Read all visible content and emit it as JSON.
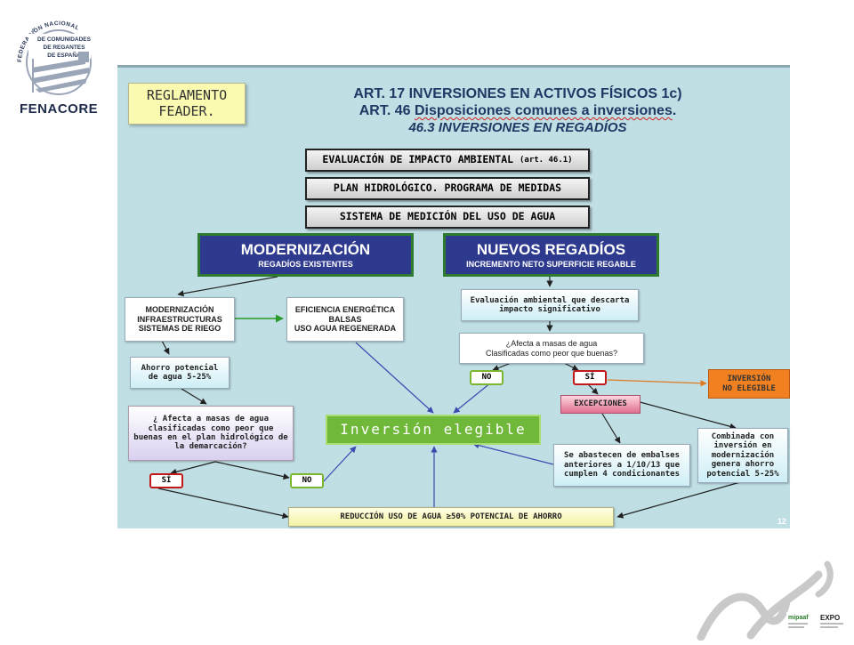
{
  "logo": {
    "arc_text": "FEDERACIÓN NACIONAL",
    "line1": "DE COMUNIDADES",
    "line2": "DE REGANTES",
    "line3": "DE ESPAÑA",
    "brand": "FENACORE"
  },
  "slide": {
    "reglamento": [
      "REGLAMENTO",
      "FEADER."
    ],
    "title1": "ART. 17 INVERSIONES EN ACTIVOS FÍSICOS 1c)",
    "title2_prefix": "ART. 46 ",
    "title2_underlined": "Disposiciones comunes a inversiones",
    "title2_suffix": ".",
    "title3": "46.3 INVERSIONES EN REGADÍOS",
    "req_eval": "EVALUACIÓN DE IMPACTO AMBIENTAL",
    "req_eval_small": "(art. 46.1)",
    "req_plan": "PLAN HIDROLÓGICO. PROGRAMA DE MEDIDAS",
    "req_sistema": "SISTEMA DE MEDICIÓN DEL USO DE AGUA",
    "modern_title": "MODERNIZACIÓN",
    "modern_sub": "REGADÍOS EXISTENTES",
    "nuevos_title": "NUEVOS REGADÍOS",
    "nuevos_sub": "INCREMENTO NETO SUPERFICIE REGABLE",
    "modern_infra": [
      "MODERNIZACIÓN",
      "INFRAESTRUCTURAS",
      "SISTEMAS DE RIEGO"
    ],
    "eficiencia": [
      "EFICIENCIA ENERGÉTICA",
      "BALSAS",
      "USO AGUA REGENERADA"
    ],
    "ahorro": [
      "Ahorro potencial",
      "de agua 5-25%"
    ],
    "afecta_left": [
      "¿ Afecta a masas de agua",
      "clasificadas como peor que",
      "buenas en el plan hidrológico de",
      "la demarcación?"
    ],
    "left_si": "SÍ",
    "left_no": "NO",
    "eval_amb": [
      "Evaluación ambiental que descarta",
      "impacto significativo"
    ],
    "afecta_right": [
      "¿Afecta a masas de agua",
      "Clasificadas como peor que buenas?"
    ],
    "right_no": "NO",
    "right_si": "SÍ",
    "inversion_no": [
      "INVERSIÓN",
      "NO ELEGIBLE"
    ],
    "excepciones": "EXCEPCIONES",
    "inversion_elegible": "Inversión elegible",
    "abastecen": [
      "Se abastecen de embalses",
      "anteriores a 1/10/13 que",
      "cumplen 4 condicionantes"
    ],
    "combinada": [
      "Combinada con",
      "inversión en",
      "modernización",
      "genera ahorro",
      "potencial 5-25%"
    ],
    "reduccion": "REDUCCIÓN USO DE AGUA ≥50% POTENCIAL DE AHORRO",
    "page_number": "12"
  },
  "colors": {
    "slide_bg": "#bfdfe4",
    "title": "#1f3864",
    "blue_box": "#2e3a8e",
    "eligible_green": "#6fb83a",
    "not_eligible_orange": "#f08020",
    "excepciones_pink": "#e07090"
  }
}
